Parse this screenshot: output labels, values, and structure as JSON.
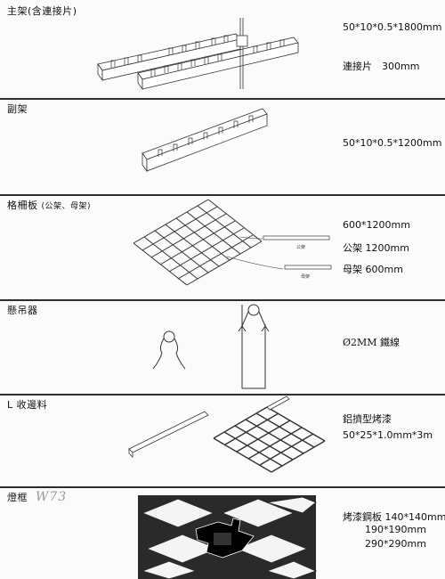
{
  "sections": [
    {
      "title": "主架(含連接片)",
      "specs": [
        "50*10*0.5*1800mm",
        "連接片　300mm"
      ]
    },
    {
      "title": "副架",
      "specs": [
        "50*10*0.5*1200mm"
      ]
    },
    {
      "title": "格柵板",
      "subtitle": "(公架、母架)",
      "specs": [
        "600*1200mm",
        "公架 1200mm",
        "母架 600mm"
      ],
      "labels": [
        "公架",
        "母架"
      ]
    },
    {
      "title": "懸吊器",
      "specs": [
        "Ø2MM 鐵線"
      ]
    },
    {
      "title": "L 收邊料",
      "specs": [
        "鋁擠型烤漆",
        "50*25*1.0mm*3m"
      ]
    },
    {
      "title": "燈框",
      "handwriting": "W73",
      "specs": [
        "烤漆鋼板 140*140mm",
        "190*190mm",
        "290*290mm"
      ]
    }
  ]
}
